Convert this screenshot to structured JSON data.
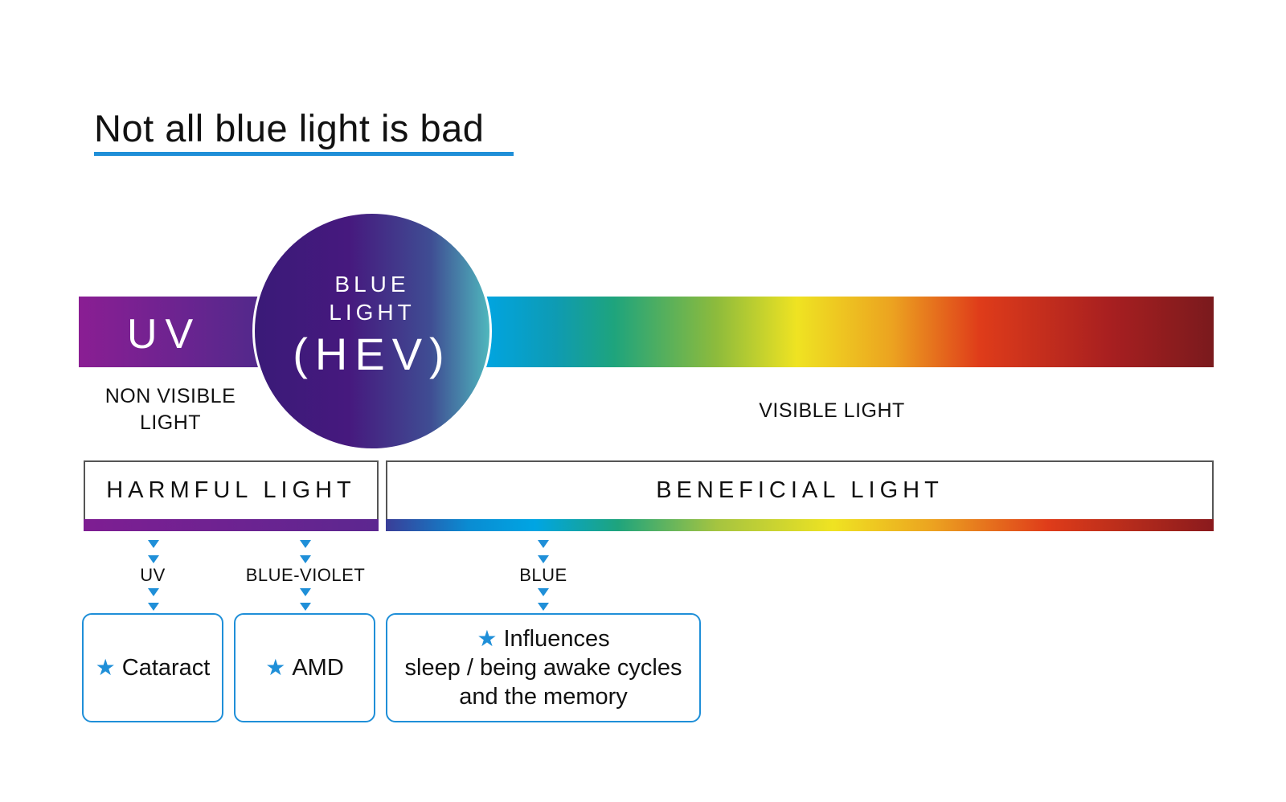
{
  "title": "Not all blue light is bad",
  "spectrum": {
    "uv_label": "UV",
    "hev_line1": "BLUE",
    "hev_line2": "LIGHT",
    "hev_line3": "(HEV)",
    "non_visible_line1": "NON VISIBLE",
    "non_visible_line2": "LIGHT",
    "visible_label": "VISIBLE LIGHT"
  },
  "categories": {
    "harmful": "HARMFUL LIGHT",
    "beneficial": "BENEFICIAL LIGHT"
  },
  "sources": {
    "uv": "UV",
    "blue_violet": "BLUE-VIOLET",
    "blue": "BLUE"
  },
  "effects": {
    "cataract": "Cataract",
    "amd": "AMD",
    "blue_line1": "Influences",
    "blue_line2": "sleep / being awake cycles",
    "blue_line3": "and the memory"
  },
  "colors": {
    "accent": "#1f8fd8",
    "uv_purple": "#8a1e93",
    "hev_indigo": "#46197e"
  }
}
